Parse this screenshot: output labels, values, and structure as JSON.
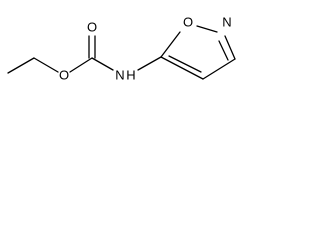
{
  "molecule": {
    "atoms": {
      "ester_oxygen": "O",
      "carbonyl_oxygen": "O",
      "amide_nitrogen": "N",
      "amide_hydrogen": "H",
      "ring_oxygen": "O",
      "ring_nitrogen": "N"
    },
    "colors": {
      "bond": "#000000",
      "label": "#000000",
      "background": "#ffffff"
    }
  }
}
